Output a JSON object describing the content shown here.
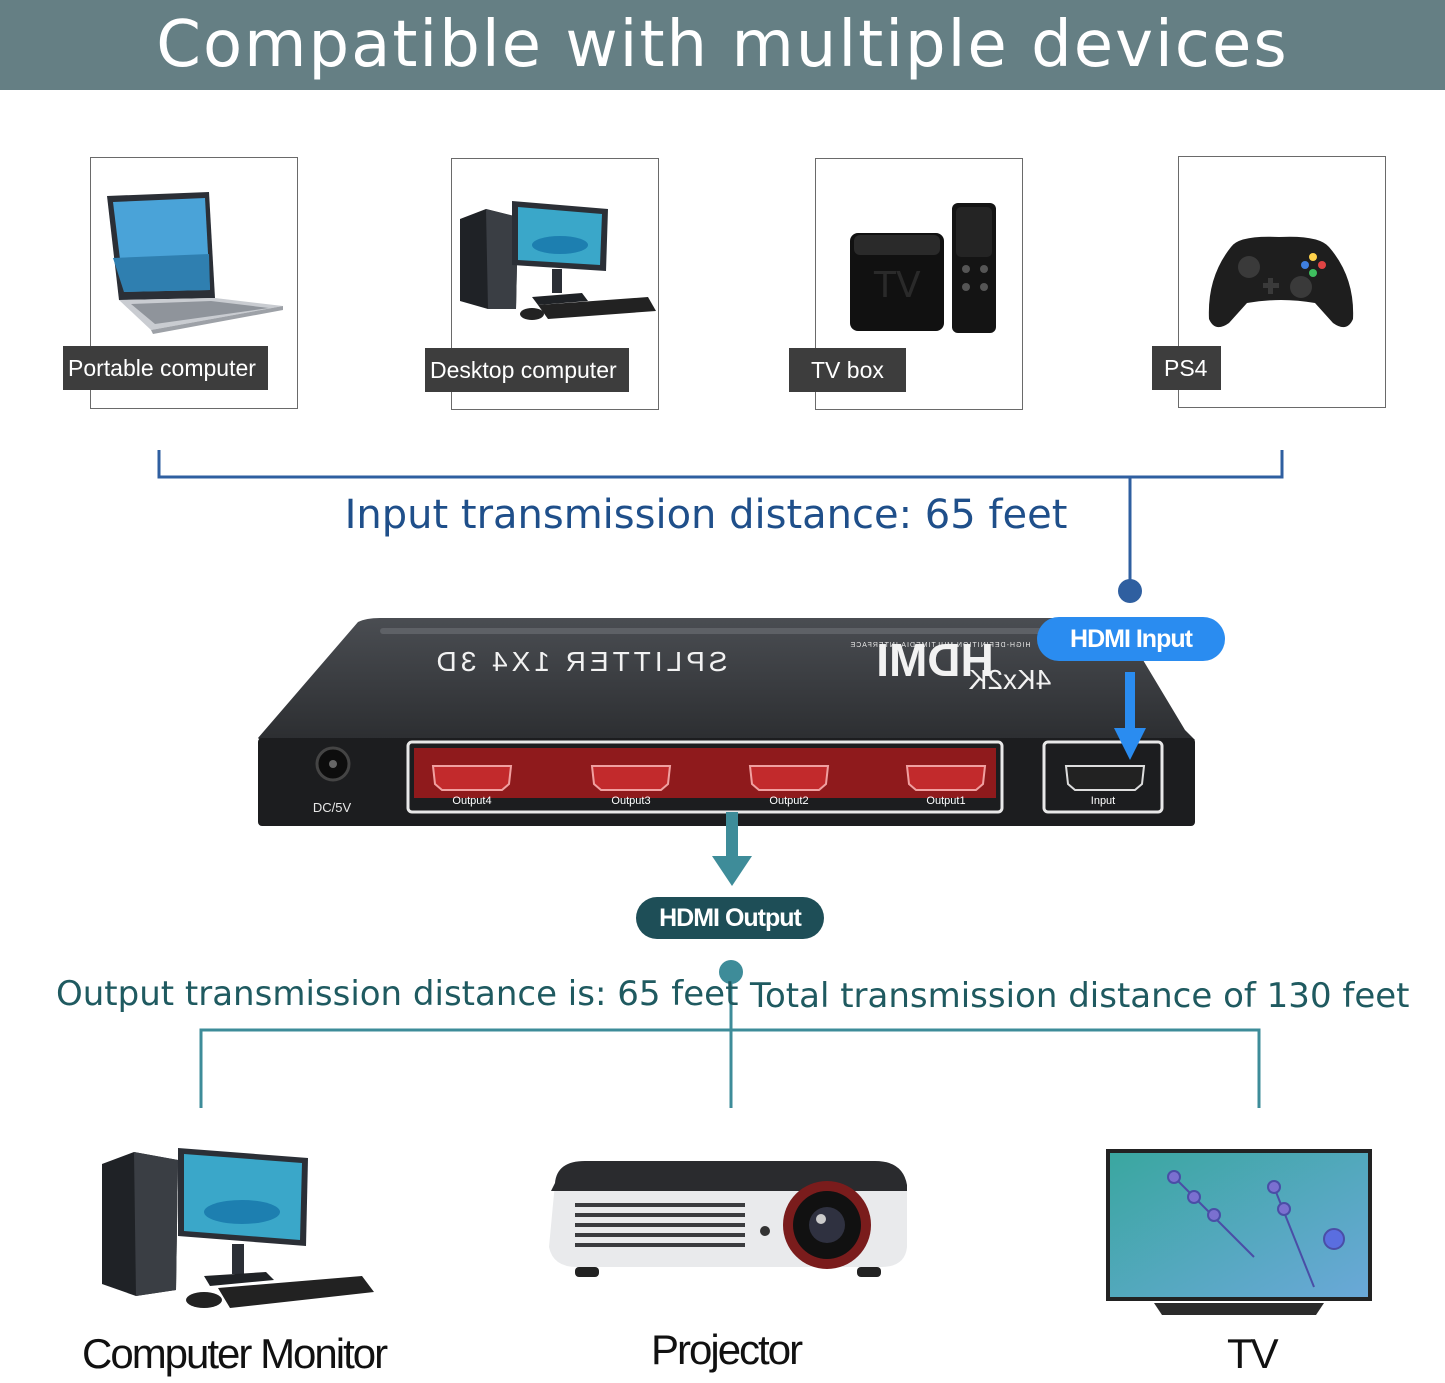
{
  "banner": {
    "title": "Compatible with multiple devices"
  },
  "sources": [
    {
      "label": "Portable computer",
      "icon": "laptop-icon"
    },
    {
      "label": "Desktop computer",
      "icon": "desktop-computer-icon"
    },
    {
      "label": "TV box",
      "icon": "tv-box-icon"
    },
    {
      "label": "PS4",
      "icon": "game-controller-icon"
    }
  ],
  "input_distance": "Input transmission distance: 65 feet",
  "hdmi_input_label": "HDMI Input",
  "hdmi_output_label": "HDMI Output",
  "device": {
    "brand": "HDMI",
    "brand_sub": "HIGH-DEFINITION MULTIMEDIA INTERFACE",
    "model": "4Kx2K",
    "product": "SPLITTER 1X4 3D",
    "power_label": "DC/5V",
    "ports": [
      "Output4",
      "Output3",
      "Output2",
      "Output1"
    ],
    "input_port": "Input"
  },
  "output_distance": "Output transmission distance is: 65 feet",
  "total_distance": "Total transmission distance of 130 feet",
  "destinations": [
    {
      "label": "Computer Monitor",
      "icon": "computer-monitor-icon"
    },
    {
      "label": "Projector",
      "icon": "projector-icon"
    },
    {
      "label": "TV",
      "icon": "tv-icon"
    }
  ],
  "colors": {
    "banner": "#657f84",
    "input_line": "#2f5fa0",
    "hdmi_input_pill": "#2a8cf0",
    "output_line": "#3e8c99",
    "hdmi_output_pill": "#1e4e57",
    "port_panel": "#8f1a1c"
  }
}
